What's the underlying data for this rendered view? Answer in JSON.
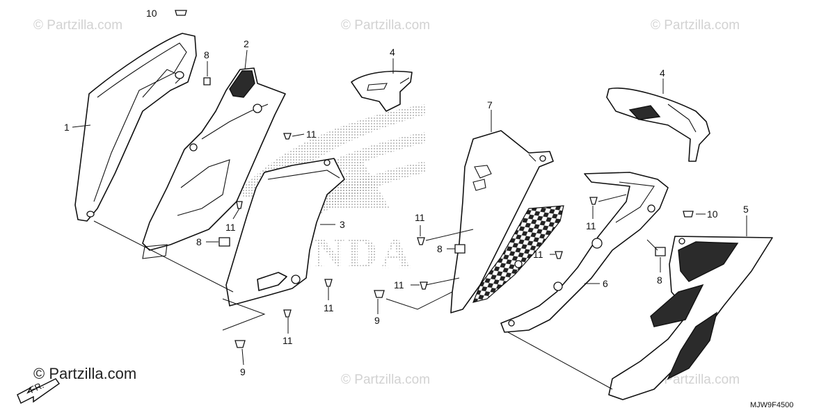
{
  "watermark": "© Partzilla.com",
  "footer_code": "MJW9F4500",
  "direction_label": "FR.",
  "logo_text": "HONDA",
  "callouts": {
    "c1": "1",
    "c2": "2",
    "c3": "3",
    "c4a": "4",
    "c4b": "4",
    "c5": "5",
    "c6": "6",
    "c7": "7",
    "c8a": "8",
    "c8b": "8",
    "c8c": "8",
    "c8d": "8",
    "c9a": "9",
    "c9b": "9",
    "c10a": "10",
    "c10b": "10",
    "c11a": "11",
    "c11b": "11",
    "c11c": "11",
    "c11d": "11",
    "c11e": "11",
    "c11f": "11",
    "c11g": "11",
    "c11h": "11"
  }
}
